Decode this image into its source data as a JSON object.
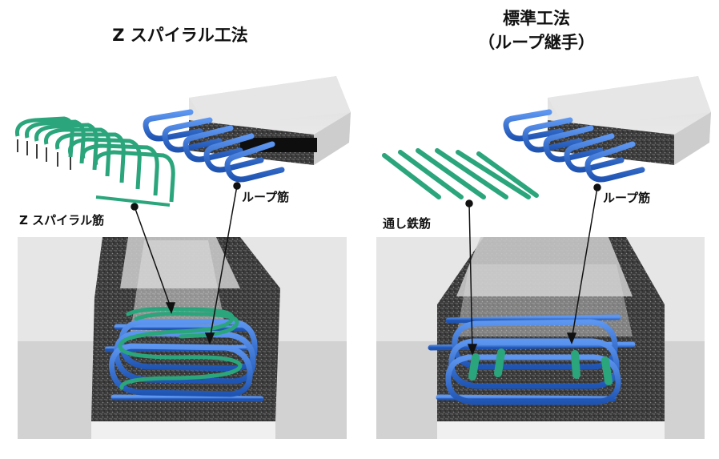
{
  "titles": {
    "z_spiral_method": "Z スパイラル工法",
    "standard_method_line1": "標準工法",
    "standard_method_line2": "（ループ継手）"
  },
  "labels": {
    "z_spiral_rebar": "Z スパイラル筋",
    "loop_rebar_left": "ループ筋",
    "through_rebar": "通し鉄筋",
    "loop_rebar_right": "ループ筋"
  },
  "colors": {
    "loop_rebar": "#2f6fd0",
    "spiral_rebar": "#2aa57c",
    "concrete_top": "#e2e2e2",
    "concrete_side": "#cfcfcf",
    "concrete_core": "#444444"
  }
}
